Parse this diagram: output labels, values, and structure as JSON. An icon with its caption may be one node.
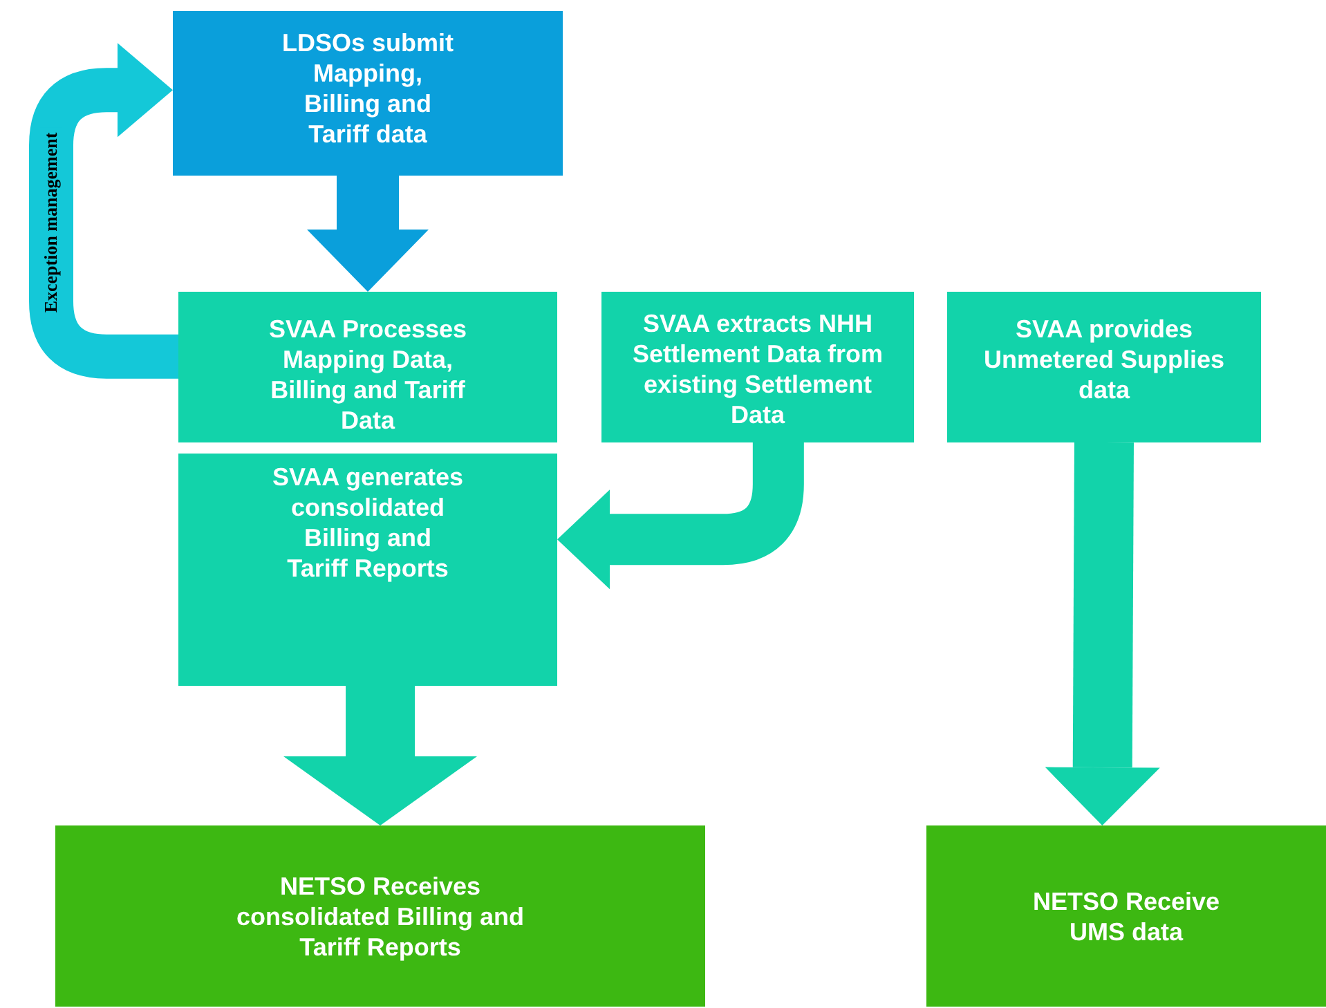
{
  "diagram": {
    "nodes": [
      {
        "text": [
          "LDSOs submit Mapping, Billing and Tariff data"
        ]
      },
      {
        "text": [
          "SVAA Processes Mapping Data, Billing and Tariff Data"
        ]
      },
      {
        "text": [
          "SVAA generates consolidated Billing and Tariff Reports"
        ]
      },
      {
        "text": [
          "SVAA extracts NHH Settlement Data from existing Settlement Data"
        ]
      },
      {
        "text": [
          "SVAA provides Unmetered Supplies data"
        ]
      },
      {
        "text": [
          "NETSO Receives consolidated Billing and Tariff Reports"
        ]
      },
      {
        "text": [
          "NETSO Receive UMS data"
        ]
      }
    ],
    "edges": [
      {
        "from": 0,
        "to": 1,
        "arrow": "to",
        "color": "#0a9fdb"
      },
      {
        "from": 1,
        "to": 0,
        "arrow": "to",
        "label": "Exception management",
        "color": "#14c8d8"
      },
      {
        "from": 3,
        "to": 2,
        "arrow": "to"
      },
      {
        "from": 2,
        "to": 5,
        "arrow": "to"
      },
      {
        "from": 4,
        "to": 6,
        "arrow": "to"
      }
    ]
  }
}
